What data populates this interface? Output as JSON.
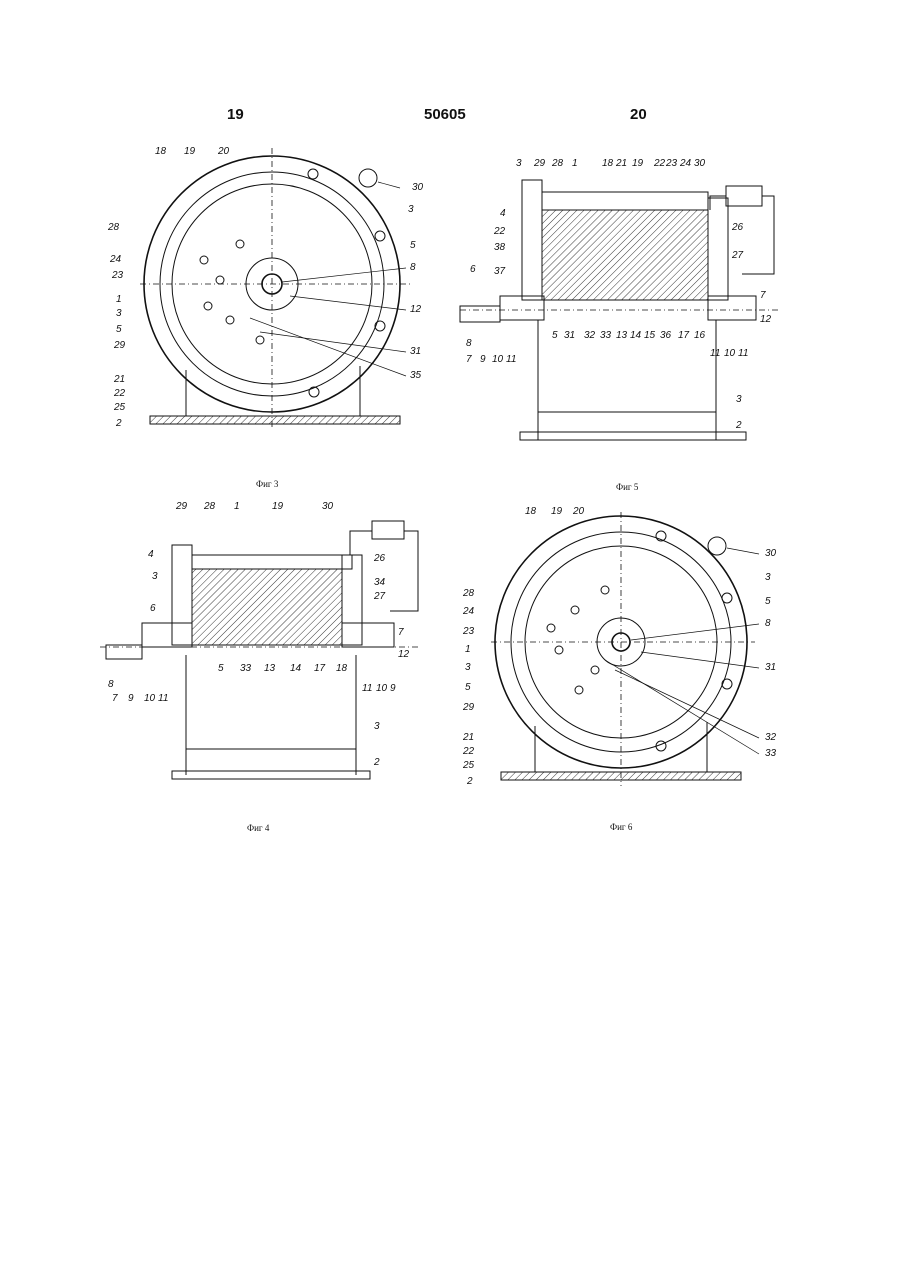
{
  "header": {
    "left_page": "19",
    "doc_number": "50605",
    "right_page": "20"
  },
  "figures": {
    "fig3": {
      "caption": "Фиг 3",
      "labels": [
        "18",
        "19",
        "20",
        "30",
        "3",
        "28",
        "24",
        "23",
        "1",
        "3",
        "5",
        "29",
        "21",
        "22",
        "25",
        "2",
        "5",
        "8",
        "12",
        "31",
        "35"
      ]
    },
    "fig5": {
      "caption": "Фиг 5",
      "labels": [
        "3",
        "29",
        "28",
        "1",
        "18",
        "21",
        "19",
        "22",
        "23",
        "24",
        "30",
        "4",
        "22",
        "38",
        "6",
        "37",
        "26",
        "27",
        "7",
        "12",
        "8",
        "7",
        "9",
        "10",
        "11",
        "5",
        "31",
        "32",
        "33",
        "13",
        "14",
        "15",
        "36",
        "17",
        "16",
        "11",
        "10",
        "11",
        "3",
        "2"
      ]
    },
    "fig4": {
      "caption": "Фиг 4",
      "labels": [
        "29",
        "28",
        "1",
        "19",
        "30",
        "4",
        "3",
        "6",
        "26",
        "34",
        "27",
        "7",
        "12",
        "8",
        "7",
        "9",
        "10",
        "11",
        "33",
        "13",
        "14",
        "17",
        "18",
        "11",
        "10",
        "9",
        "5",
        "3",
        "2"
      ]
    },
    "fig6": {
      "caption": "Фиг 6",
      "labels": [
        "18",
        "19",
        "20",
        "30",
        "3",
        "28",
        "24",
        "23",
        "1",
        "3",
        "5",
        "29",
        "21",
        "22",
        "25",
        "2",
        "5",
        "8",
        "31",
        "32",
        "33"
      ]
    }
  }
}
